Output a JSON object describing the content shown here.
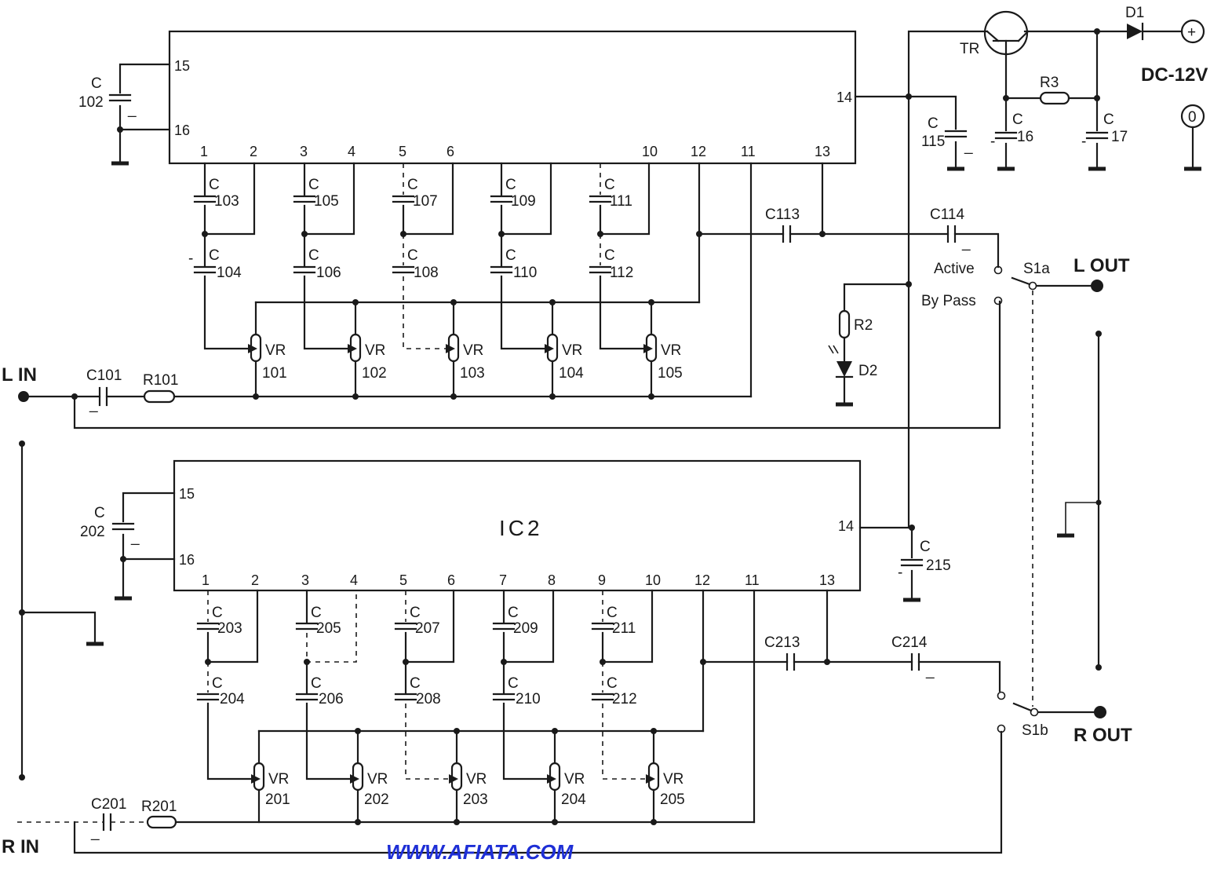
{
  "ic1": {
    "label": "",
    "pins": {
      "p1": "1",
      "p2": "2",
      "p3": "3",
      "p4": "4",
      "p5": "5",
      "p6": "6",
      "p7": "",
      "p8": "",
      "p9": "",
      "p10": "10",
      "p11": "11",
      "p12": "12",
      "p13": "13",
      "p14": "14",
      "p15": "15",
      "p16": "16"
    }
  },
  "ic2": {
    "label": "IC2",
    "pins": {
      "p1": "1",
      "p2": "2",
      "p3": "3",
      "p4": "4",
      "p5": "5",
      "p6": "6",
      "p7": "7",
      "p8": "8",
      "p9": "9",
      "p10": "10",
      "p11": "11",
      "p12": "12",
      "p13": "13",
      "p14": "14",
      "p15": "15",
      "p16": "16"
    }
  },
  "caps": {
    "c102": "102",
    "c103": "103",
    "c104": "104",
    "c105": "105",
    "c106": "106",
    "c107": "107",
    "c108": "108",
    "c109": "109",
    "c110": "110",
    "c111": "111",
    "c112": "112",
    "c113": "C113",
    "c114": "C114",
    "c115": "115",
    "c16": "16",
    "c17": "17",
    "c101": "C101",
    "c202": "202",
    "c203": "203",
    "c204": "204",
    "c205": "205",
    "c206": "206",
    "c207": "207",
    "c208": "208",
    "c209": "209",
    "c210": "210",
    "c211": "211",
    "c212": "212",
    "c213": "C213",
    "c214": "C214",
    "c215": "215",
    "c201": "C201",
    "prefix": "C"
  },
  "pots": {
    "prefix": "VR",
    "vr101": "101",
    "vr102": "102",
    "vr103": "103",
    "vr104": "104",
    "vr105": "105",
    "vr201": "201",
    "vr202": "202",
    "vr203": "203",
    "vr204": "204",
    "vr205": "205"
  },
  "resistors": {
    "r101": "R101",
    "r201": "R201",
    "r2": "R2",
    "r3": "R3"
  },
  "semis": {
    "tr": "TR",
    "d1": "D1",
    "d2": "D2"
  },
  "switch": {
    "s1a": "S1a",
    "s1b": "S1b",
    "active": "Active",
    "bypass": "By Pass"
  },
  "io": {
    "l_in": "L IN",
    "r_in": "R IN",
    "l_out": "L OUT",
    "r_out": "R OUT",
    "dc": "DC-12V",
    "plus": "+",
    "zero": "0"
  },
  "watermark": "WWW.AFIATA.COM"
}
